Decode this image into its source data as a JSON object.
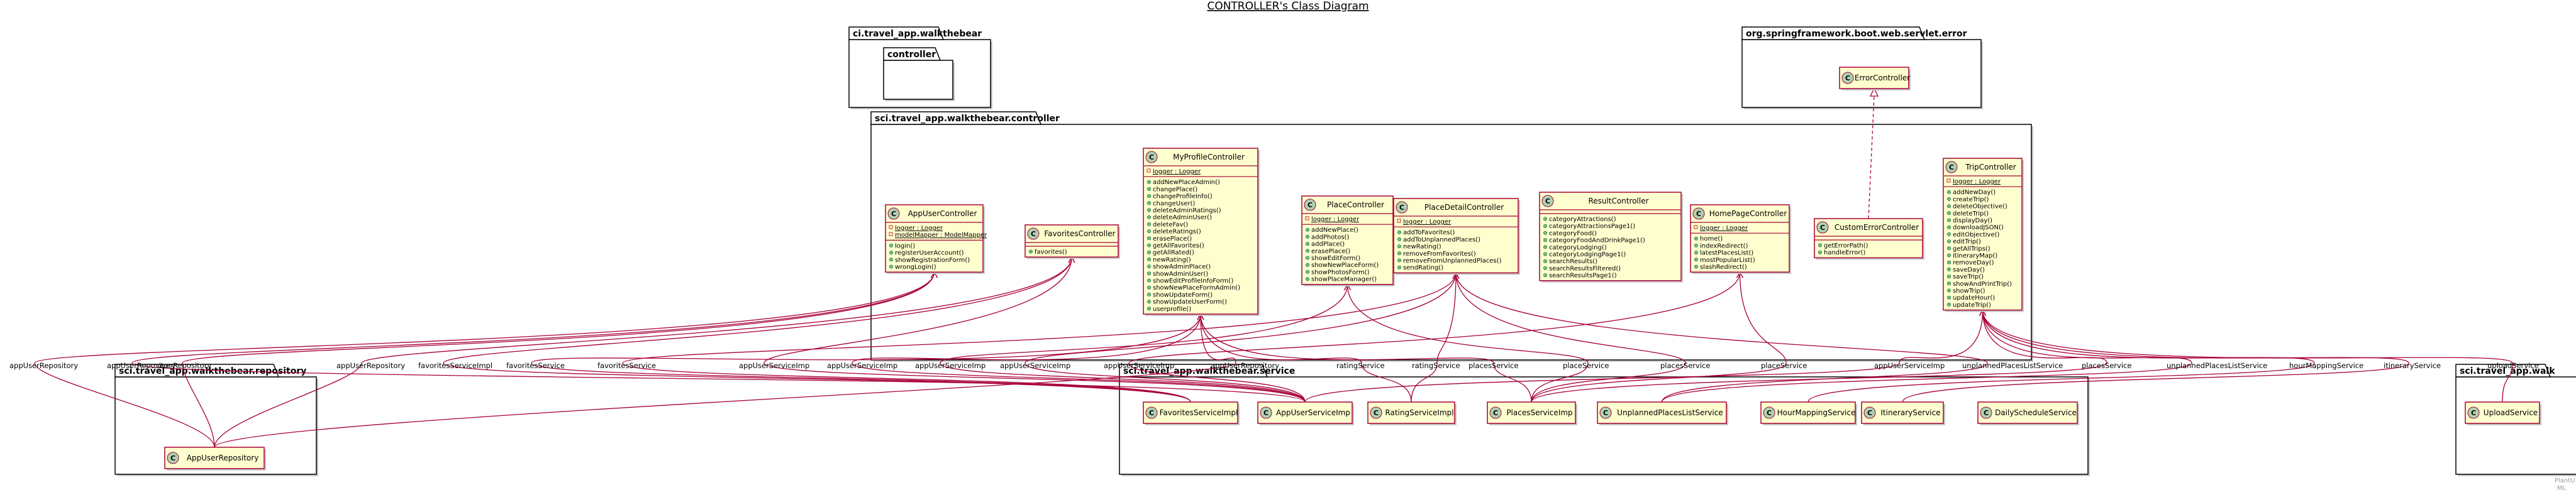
{
  "title": "CONTROLLER's Class Diagram",
  "colors": {
    "class_fill": "#FEFECE",
    "class_border": "#A80036",
    "edge": "#A80036",
    "package_border": "#000000",
    "circle_fill": "#ADD1B2"
  },
  "packages": [
    {
      "id": "p_root",
      "name": "ci.travel_app.walkthebear"
    },
    {
      "id": "p_ctrl_inner",
      "name": "controller"
    },
    {
      "id": "p_err",
      "name": "org.springframework.boot.web.servlet.error"
    },
    {
      "id": "p_controller",
      "name": "sci.travel_app.walkthebear.controller"
    },
    {
      "id": "p_repo",
      "name": "sci.travel_app.walkthebear.repository"
    },
    {
      "id": "p_service",
      "name": "sci.travel_app.walkthebear.service"
    },
    {
      "id": "p_right",
      "name": "sci.travel_app.walk"
    }
  ],
  "classes": [
    {
      "id": "AppUserController",
      "name": "AppUserController",
      "fields": [
        "logger : Logger",
        "modelMapper : ModelMapper"
      ],
      "methods": [
        "login()",
        "registerUserAccount()",
        "showRegistrationForm()",
        "wrongLogin()"
      ]
    },
    {
      "id": "FavoritesController",
      "name": "FavoritesController",
      "fields": [],
      "methods": [
        "favorites()"
      ]
    },
    {
      "id": "MyProfileController",
      "name": "MyProfileController",
      "fields": [
        "logger : Logger"
      ],
      "methods": [
        "addNewPlaceAdmin()",
        "changePlace()",
        "changeProfileInfo()",
        "changeUser()",
        "deleteAdminRatings()",
        "deleteAdminUser()",
        "deleteFav()",
        "deleteRatings()",
        "erasePlace()",
        "getAllFavorites()",
        "getAllRated()",
        "newRating()",
        "showAdminPlace()",
        "showAdminUser()",
        "showEditProfileInfoForm()",
        "showNewPlaceFormAdmin()",
        "showUpdateForm()",
        "showUpdateUserForm()",
        "userprofile()"
      ]
    },
    {
      "id": "PlaceController",
      "name": "PlaceController",
      "fields": [
        "logger : Logger"
      ],
      "methods": [
        "addNewPlace()",
        "addPhotos()",
        "addPlace()",
        "erasePlace()",
        "showEditForm()",
        "showNewPlaceForm()",
        "showPhotosForm()",
        "showPlaceManager()"
      ]
    },
    {
      "id": "PlaceDetailController",
      "name": "PlaceDetailController",
      "fields": [
        "logger : Logger"
      ],
      "methods": [
        "addToFavorites()",
        "addToUnplannedPlaces()",
        "newRating()",
        "removeFromFavorites()",
        "removeFromUnplannedPlaces()",
        "sendRating()"
      ]
    },
    {
      "id": "ResultController",
      "name": "ResultController",
      "fields": [],
      "methods": [
        "categoryAttractions()",
        "categoryAttractionsPage1()",
        "categoryFood()",
        "categoryFoodAndDrinkPage1()",
        "categoryLodging()",
        "categoryLodgingPage1()",
        "searchResults()",
        "searchResultsFiltered()",
        "searchResultsPage1()"
      ]
    },
    {
      "id": "HomePageController",
      "name": "HomePageController",
      "fields": [
        "logger : Logger"
      ],
      "methods": [
        "home()",
        "indexRedirect()",
        "latestPlacesList()",
        "mostPopularList()",
        "slashRedirect()"
      ]
    },
    {
      "id": "CustomErrorController",
      "name": "CustomErrorController",
      "fields": [],
      "methods": [
        "getErrorPath()",
        "handleError()"
      ]
    },
    {
      "id": "TripController",
      "name": "TripController",
      "fields": [
        "logger : Logger"
      ],
      "methods": [
        "addNewDay()",
        "createTrip()",
        "deleteObjective()",
        "deleteTrip()",
        "displayDay()",
        "downloadJSON()",
        "editObjective()",
        "editTrip()",
        "getAllTrips()",
        "itineraryMap()",
        "removeDay()",
        "saveDay()",
        "saveTrip()",
        "showAndPrintTrip()",
        "showTrip()",
        "updateHour()",
        "updateTrip()"
      ]
    },
    {
      "id": "ErrorController",
      "name": "ErrorController",
      "fields": [],
      "methods": []
    },
    {
      "id": "AppUserRepository",
      "name": "AppUserRepository",
      "fields": [],
      "methods": []
    },
    {
      "id": "FavoritesServiceImpl",
      "name": "FavoritesServiceImpl",
      "fields": [],
      "methods": []
    },
    {
      "id": "AppUserServiceImp",
      "name": "AppUserServiceImp",
      "fields": [],
      "methods": []
    },
    {
      "id": "RatingServiceImpl",
      "name": "RatingServiceImpl",
      "fields": [],
      "methods": []
    },
    {
      "id": "PlacesServiceImp",
      "name": "PlacesServiceImp",
      "fields": [],
      "methods": []
    },
    {
      "id": "UnplannedPlacesListService",
      "name": "UnplannedPlacesListService",
      "fields": [],
      "methods": []
    },
    {
      "id": "HourMappingService",
      "name": "HourMappingService",
      "fields": [],
      "methods": []
    },
    {
      "id": "ItineraryService",
      "name": "ItineraryService",
      "fields": [],
      "methods": []
    },
    {
      "id": "DailyScheduleService",
      "name": "DailyScheduleService",
      "fields": [],
      "methods": []
    },
    {
      "id": "UploadService",
      "name": "UploadService",
      "fields": [],
      "methods": []
    }
  ],
  "edge_labels": [
    "appUserRepository",
    "appUserRepository",
    "userRepository",
    "appUserRepository",
    "favoritesServiceImpl",
    "favoritesService",
    "favoritesService",
    "appUserServiceImp",
    "appUserServiceImp",
    "appUserServiceImp",
    "appUserServiceImp",
    "appUserServiceImp",
    "appUserRepository",
    "ratingService",
    "ratingService",
    "placesService",
    "placeService",
    "placesService",
    "placeService",
    "appUserServiceImp",
    "unplannedPlacesListService",
    "placesService",
    "unplannedPlacesListService",
    "hourMappingService",
    "itineraryService",
    "uploadService"
  ],
  "footer": [
    "PlantU",
    "ML"
  ]
}
